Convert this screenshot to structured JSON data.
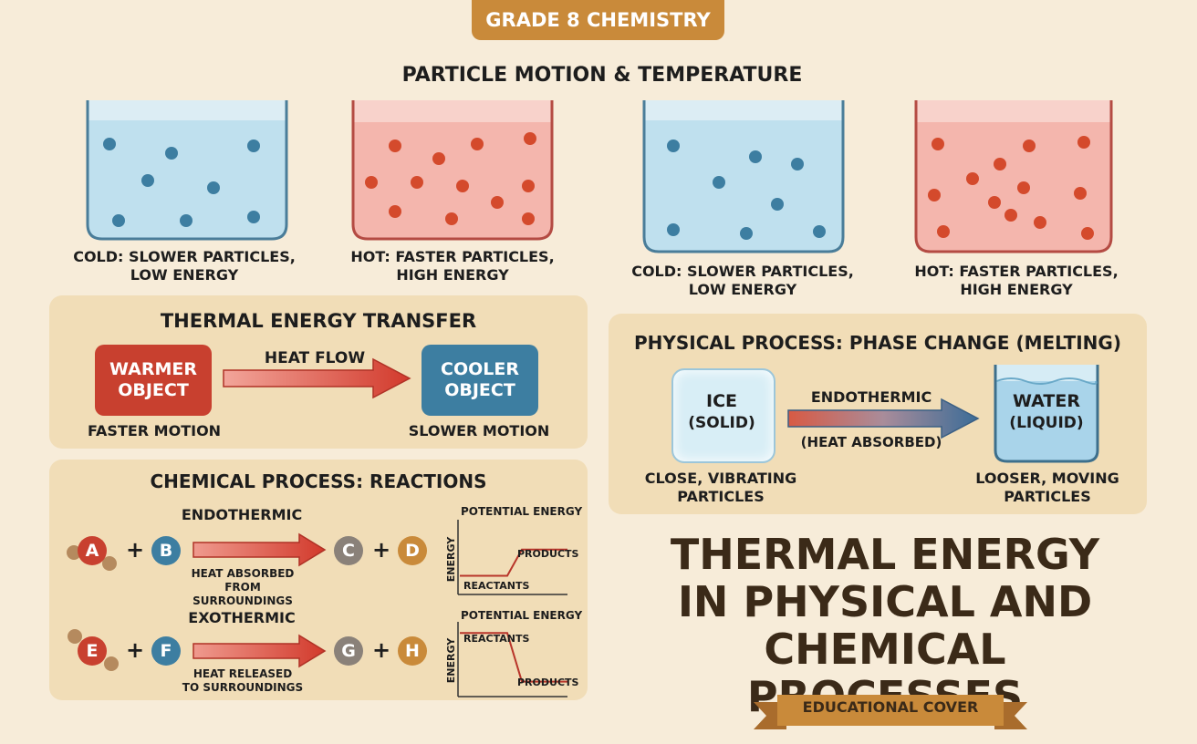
{
  "badge": "GRADE 8 CHEMISTRY",
  "top_title": "PARTICLE MOTION & TEMPERATURE",
  "beakers": [
    {
      "caption_line1": "COLD: SLOWER PARTICLES,",
      "caption_line2": "LOW ENERGY",
      "state": "cold",
      "color": "#bfe0ee"
    },
    {
      "caption_line1": "HOT: FASTER PARTICLES,",
      "caption_line2": "HIGH ENERGY",
      "state": "hot",
      "color": "#f4b6ad"
    },
    {
      "caption_line1": "COLD: SLOWER PARTICLES,",
      "caption_line2": "LOW ENERGY",
      "state": "cold",
      "color": "#bfe0ee"
    },
    {
      "caption_line1": "HOT: FASTER PARTICLES,",
      "caption_line2": "HIGH ENERGY",
      "state": "hot",
      "color": "#f4b6ad"
    }
  ],
  "transfer": {
    "title": "THERMAL ENERGY TRANSFER",
    "warmer_line1": "WARMER",
    "warmer_line2": "OBJECT",
    "cooler_line1": "COOLER",
    "cooler_line2": "OBJECT",
    "arrow_label": "HEAT FLOW",
    "warmer_caption": "FASTER MOTION",
    "cooler_caption": "SLOWER MOTION"
  },
  "phase": {
    "title": "PHYSICAL PROCESS: PHASE CHANGE (MELTING)",
    "ice_line1": "ICE",
    "ice_line2": "(SOLID)",
    "water_line1": "WATER",
    "water_line2": "(LIQUID)",
    "arrow_top": "ENDOTHERMIC",
    "arrow_bottom": "(HEAT ABSORBED)",
    "ice_caption_line1": "CLOSE, VIBRATING",
    "ice_caption_line2": "PARTICLES",
    "water_caption_line1": "LOOSER, MOVING",
    "water_caption_line2": "PARTICLES"
  },
  "reactions": {
    "title": "CHEMICAL PROCESS: REACTIONS",
    "endo": {
      "label": "ENDOTHERMIC",
      "reactants": [
        "A",
        "B"
      ],
      "products": [
        "C",
        "D"
      ],
      "plus": "+",
      "note_line1": "HEAT ABSORBED",
      "note_line2": "FROM SURROUNDINGS"
    },
    "exo": {
      "label": "EXOTHERMIC",
      "reactants": [
        "E",
        "F"
      ],
      "products": [
        "G",
        "H"
      ],
      "plus": "+",
      "note_line1": "HEAT RELEASED",
      "note_line2": "TO SURROUNDINGS"
    }
  },
  "energy_graphs": {
    "endo": {
      "title": "POTENTIAL ENERGY",
      "ylabel": "ENERGY",
      "reactants": "REACTANTS",
      "products": "PRODUCTS",
      "reactant_level": 0.25,
      "product_level": 0.6
    },
    "exo": {
      "title": "POTENTIAL ENERGY",
      "ylabel": "ENERGY",
      "reactants": "REACTANTS",
      "products": "PRODUCTS",
      "reactant_level": 0.85,
      "product_level": 0.2
    }
  },
  "main_title": {
    "line1": "THERMAL ENERGY",
    "line2": "IN PHYSICAL AND",
    "line3": "CHEMICAL PROCESSES"
  },
  "ribbon": "EDUCATIONAL COVER",
  "colors": {
    "accent": "#c98a3a",
    "warm": "#c8402f",
    "cool": "#3d7ea1",
    "title": "#3b2a18"
  }
}
